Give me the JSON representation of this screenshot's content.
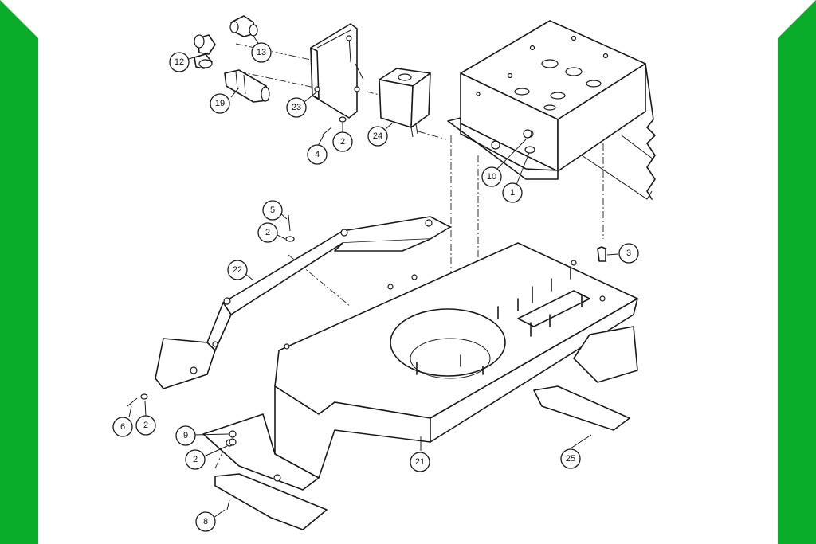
{
  "colors": {
    "side_band": "#0aad2a",
    "background": "#ffffff",
    "line": "#1a1a1a"
  },
  "callouts": [
    {
      "id": "c12",
      "label": "12"
    },
    {
      "id": "c13",
      "label": "13"
    },
    {
      "id": "c19",
      "label": "19"
    },
    {
      "id": "c23",
      "label": "23"
    },
    {
      "id": "c4",
      "label": "4"
    },
    {
      "id": "c2a",
      "label": "2"
    },
    {
      "id": "c24",
      "label": "24"
    },
    {
      "id": "c10",
      "label": "10"
    },
    {
      "id": "c1",
      "label": "1"
    },
    {
      "id": "c5",
      "label": "5"
    },
    {
      "id": "c2b",
      "label": "2"
    },
    {
      "id": "c22",
      "label": "22"
    },
    {
      "id": "c3",
      "label": "3"
    },
    {
      "id": "c6",
      "label": "6"
    },
    {
      "id": "c2c",
      "label": "2"
    },
    {
      "id": "c9",
      "label": "9"
    },
    {
      "id": "c2d",
      "label": "2"
    },
    {
      "id": "c21",
      "label": "21"
    },
    {
      "id": "c25",
      "label": "25"
    },
    {
      "id": "c8",
      "label": "8"
    }
  ]
}
